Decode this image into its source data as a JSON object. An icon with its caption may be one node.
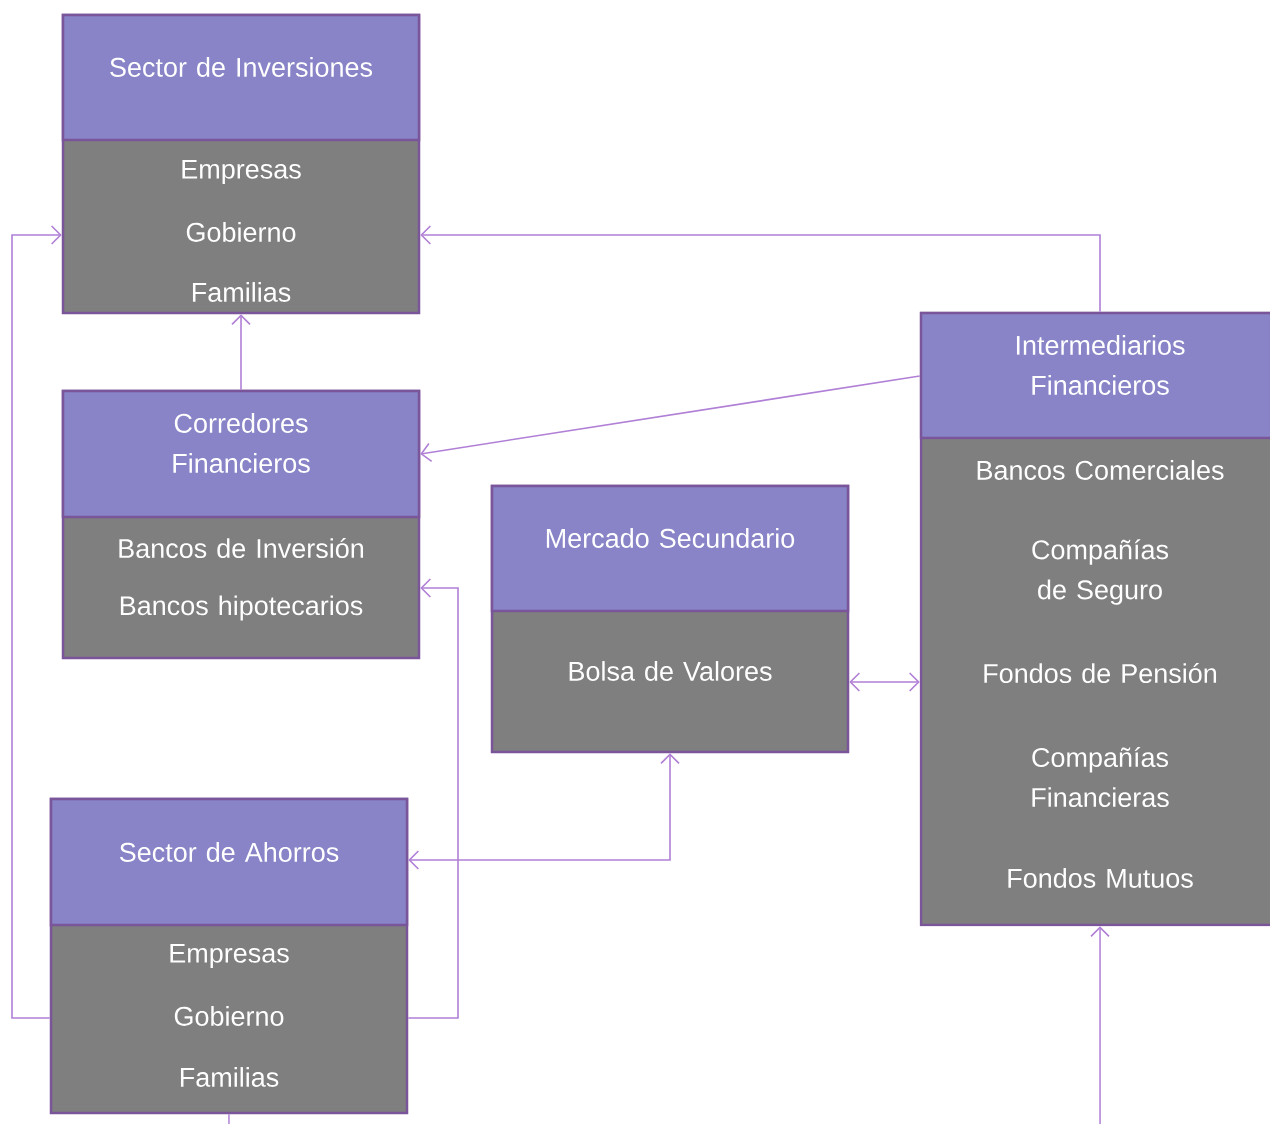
{
  "diagram": {
    "nodes": [
      {
        "text": [
          "Sector de Inversiones",
          "Empresas",
          "Gobierno",
          "Familias"
        ]
      },
      {
        "text": [
          "Corredores Financieros",
          "Bancos de Inversión",
          "Bancos hipotecarios"
        ]
      },
      {
        "text": [
          "Mercado Secundario",
          "Bolsa de Valores"
        ]
      },
      {
        "text": [
          "Sector de Ahorros",
          "Empresas",
          "Gobierno",
          "Familias"
        ]
      },
      {
        "text": [
          "Intermediarios Financieros",
          "Bancos Comerciales",
          "Compañías de Seguro",
          "Fondos de Pensión",
          "Compañías Financieras",
          "Fondos Mutuos"
        ]
      }
    ],
    "edges": [
      {
        "from": 4,
        "to": 0,
        "arrow": "to"
      },
      {
        "from": 4,
        "to": 1,
        "arrow": "to"
      },
      {
        "from": 1,
        "to": 0,
        "arrow": "to"
      },
      {
        "from": 3,
        "to": 0,
        "arrow": "to"
      },
      {
        "from": 3,
        "to": 1,
        "arrow": "to"
      },
      {
        "from": 2,
        "to": 4,
        "arrow": "both"
      },
      {
        "from": 3,
        "to": 2,
        "arrow": "both"
      },
      {
        "from": null,
        "to": 4,
        "arrow": "to"
      },
      {
        "from": 3,
        "to": null,
        "arrow": "none"
      }
    ]
  }
}
